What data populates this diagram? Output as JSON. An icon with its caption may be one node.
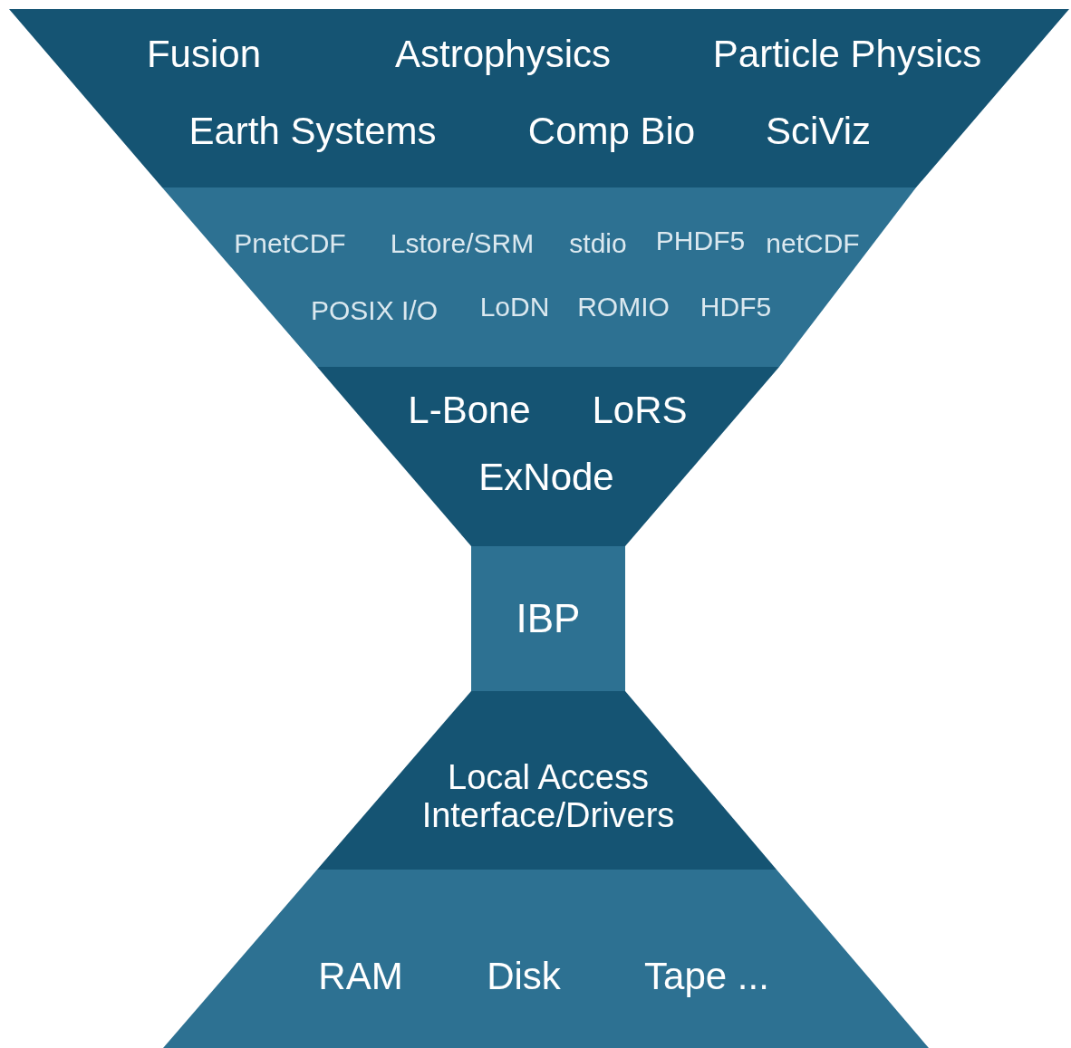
{
  "diagram": {
    "nodes": [
      {
        "text": [
          "Fusion",
          "Astrophysics",
          "Particle Physics",
          "Earth Systems",
          "Comp Bio",
          "SciViz"
        ]
      },
      {
        "text": [
          "PnetCDF",
          "Lstore/SRM",
          "stdio",
          "PHDF5",
          "netCDF",
          "POSIX I/O",
          "LoDN",
          "ROMIO",
          "HDF5"
        ]
      },
      {
        "text": [
          "L-Bone",
          "LoRS",
          "ExNode"
        ]
      },
      {
        "text": [
          "IBP"
        ]
      },
      {
        "text": [
          "Local Access Interface/Drivers"
        ]
      },
      {
        "text": [
          "RAM",
          "Disk",
          "Tape ..."
        ]
      }
    ]
  }
}
